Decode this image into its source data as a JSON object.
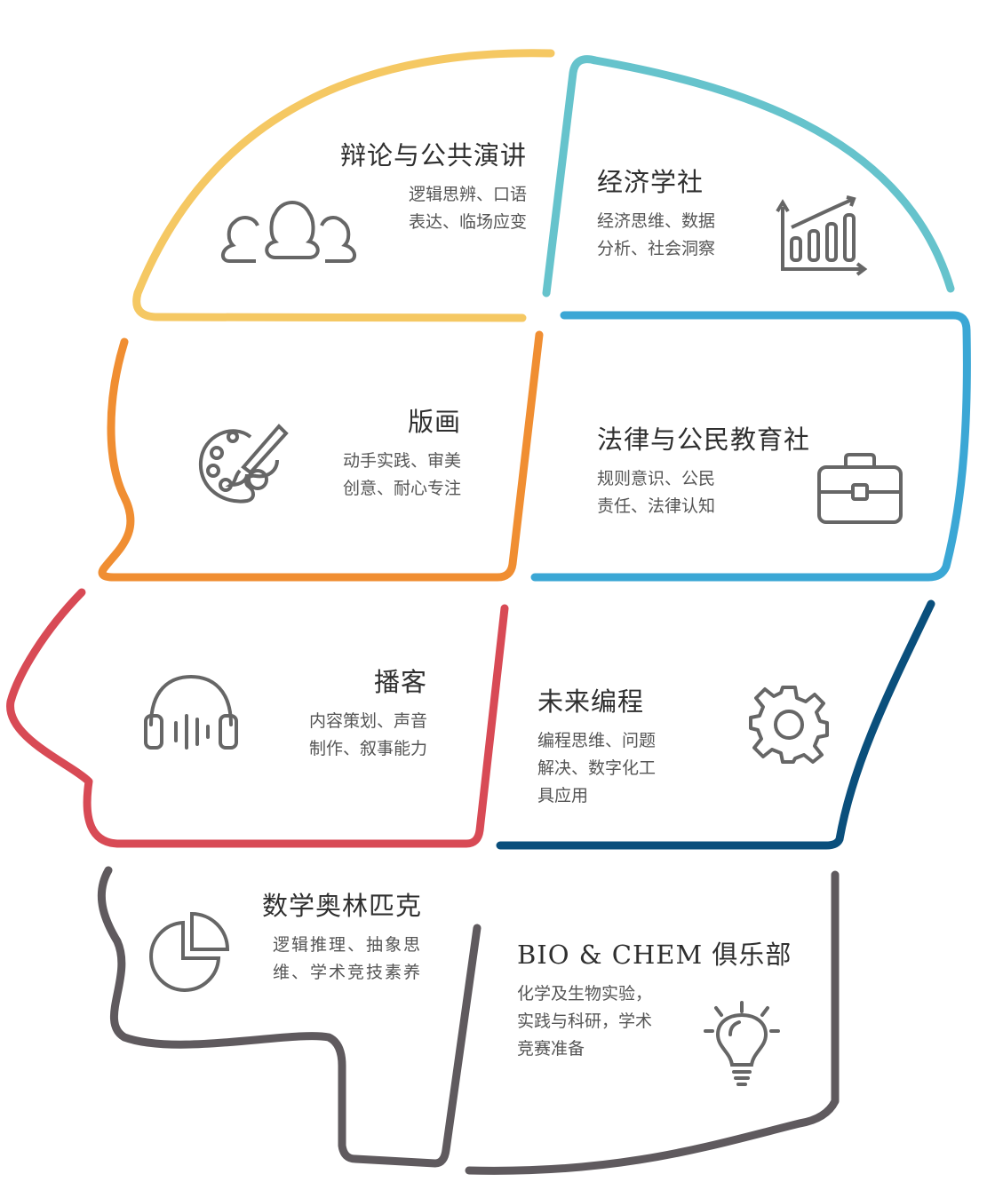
{
  "colors": {
    "yellow": "#f5c863",
    "teal": "#66c3cc",
    "blue": "#3ba7d5",
    "orange": "#f08e32",
    "red": "#d84a55",
    "navy": "#0a4f7c",
    "gray": "#5f5a5e",
    "icon": "#666666"
  },
  "sections": [
    {
      "title": "辩论与公共演讲",
      "lines": [
        "逻辑思辨、口语",
        "表达、临场应变"
      ],
      "icon": "people-group-icon"
    },
    {
      "title": "经济学社",
      "lines": [
        "经济思维、数据",
        "分析、社会洞察"
      ],
      "icon": "bar-chart-growth-icon"
    },
    {
      "title": "版画",
      "lines": [
        "动手实践、审美",
        "创意、耐心专注"
      ],
      "icon": "palette-brush-icon"
    },
    {
      "title": "法律与公民教育社",
      "lines": [
        "规则意识、公民",
        "责任、法律认知"
      ],
      "icon": "briefcase-icon"
    },
    {
      "title": "播客",
      "lines": [
        "内容策划、声音",
        "制作、叙事能力"
      ],
      "icon": "headphones-icon"
    },
    {
      "title": "未来编程",
      "lines": [
        "编程思维、问题",
        "解决、数字化工",
        "具应用"
      ],
      "icon": "gear-icon"
    },
    {
      "title": "数学奥林匹克",
      "lines": [
        "逻辑推理、抽象思",
        "维、学术竞技素养"
      ],
      "icon": "pie-chart-icon"
    },
    {
      "title": "BIO & CHEM 俱乐部",
      "lines": [
        "化学及生物实验，",
        "实践与科研，学术",
        "竞赛准备"
      ],
      "icon": "lightbulb-icon"
    }
  ]
}
